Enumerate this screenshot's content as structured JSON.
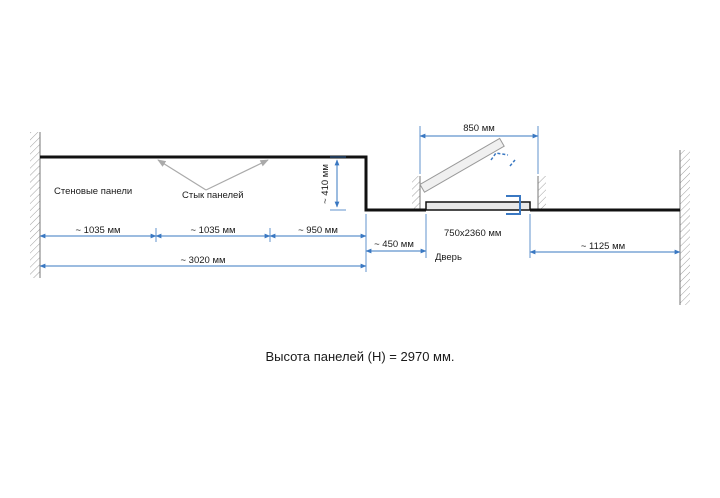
{
  "labels": {
    "wall_panels": "Стеновые панели",
    "panel_joint": "Стык панелей",
    "door": "Дверь",
    "door_size": "750x2360 мм",
    "door_opening": "850 мм",
    "step": "~ 410 мм",
    "seg1": "~ 1035 мм",
    "seg2": "~ 1035 мм",
    "seg3": "~ 950 мм",
    "total": "~ 3020 мм",
    "gap": "~ 450 мм",
    "right": "~ 1125 мм"
  },
  "caption": "Высота панелей (H) = 2970 мм."
}
